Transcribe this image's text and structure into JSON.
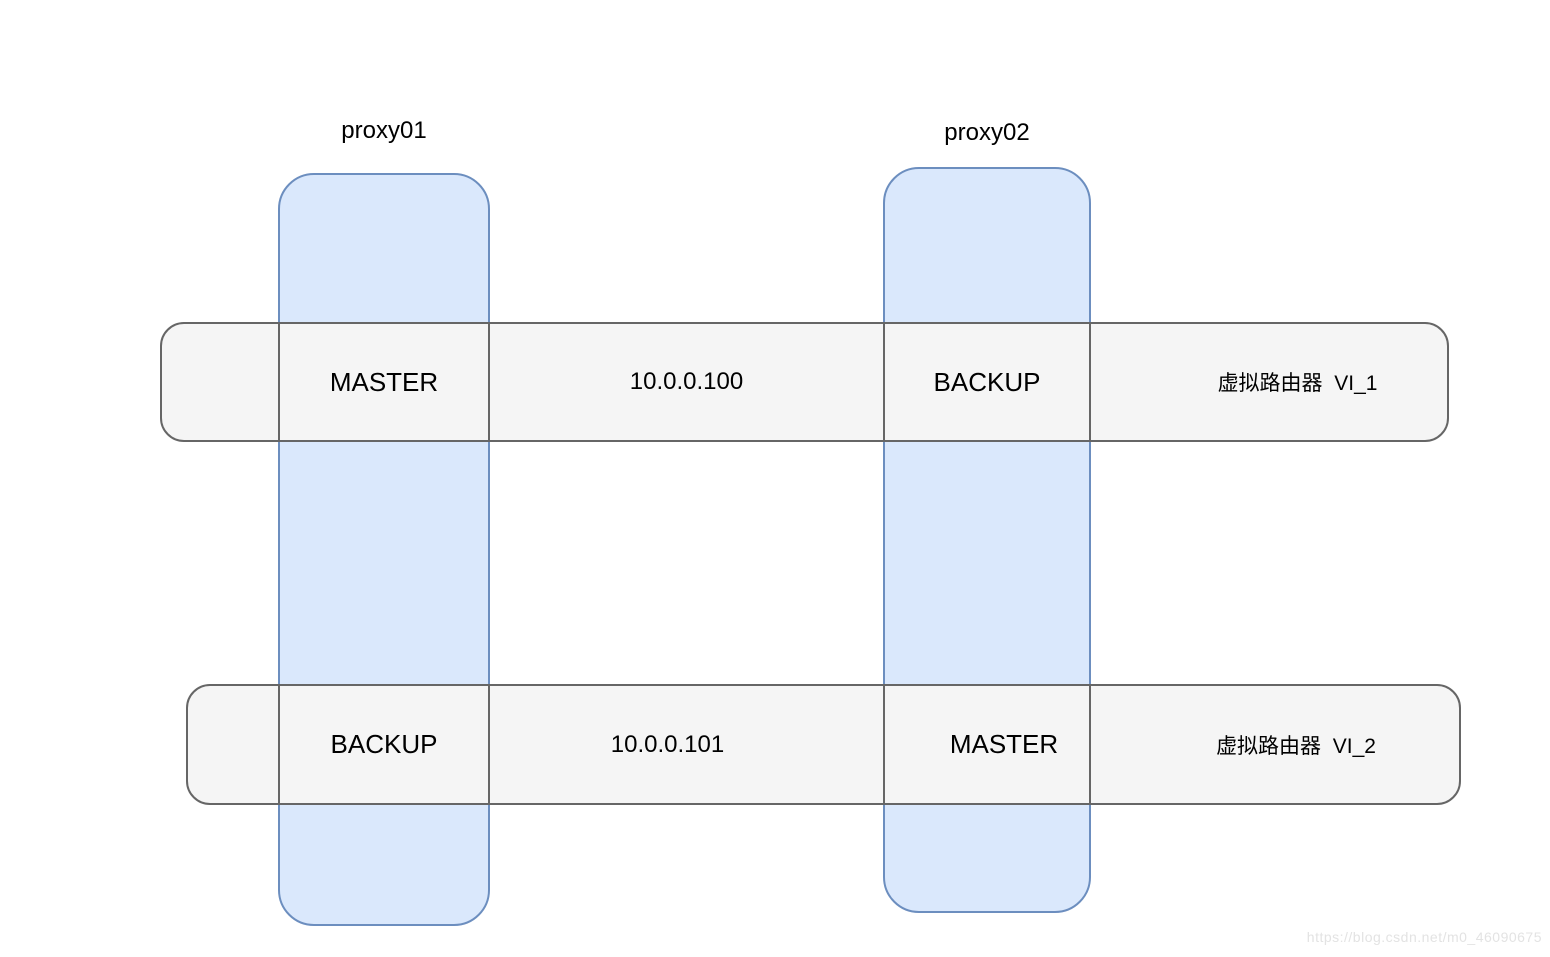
{
  "proxies": {
    "proxy01": {
      "label": "proxy01"
    },
    "proxy02": {
      "label": "proxy02"
    }
  },
  "routers": [
    {
      "name": "虚拟路由器  VI_1",
      "vip": "10.0.0.100",
      "proxy01_role": "MASTER",
      "proxy02_role": "BACKUP"
    },
    {
      "name": "虚拟路由器  VI_2",
      "vip": "10.0.0.101",
      "proxy01_role": "BACKUP",
      "proxy02_role": "MASTER"
    }
  ],
  "colors": {
    "column_fill": "#dae8fc",
    "column_stroke": "#6c8ebf",
    "bar_fill": "#f5f5f5",
    "bar_stroke": "#666666",
    "text": "#000000",
    "watermark_text": "#e3e3e3"
  },
  "watermark": "https://blog.csdn.net/m0_46090675"
}
